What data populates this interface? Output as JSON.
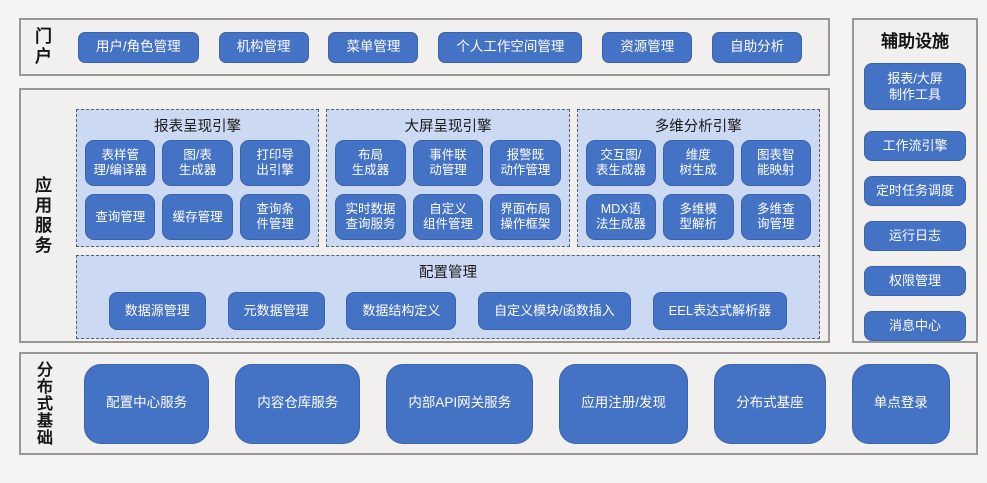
{
  "colors": {
    "accent_blue": "#4472C4",
    "panel_light_blue": "#CCD9F3",
    "section_fill": "#F1F0EE",
    "section_border": "#979797",
    "dashed_border": "#585F6E",
    "button_text": "#FFFFFF"
  },
  "portal": {
    "label": "门户",
    "buttons": [
      "用户/角色管理",
      "机构管理",
      "菜单管理",
      "个人工作空间管理",
      "资源管理",
      "自助分析"
    ]
  },
  "app_services": {
    "label": "应用服务",
    "engines": [
      {
        "title": "报表呈现引擎",
        "buttons": [
          "表样管理/编译器",
          "图/表生成器",
          "打印导出引擎",
          "查询管理",
          "缓存管理",
          "查询条件管理"
        ]
      },
      {
        "title": "大屏呈现引擎",
        "buttons": [
          "布局生成器",
          "事件联动管理",
          "报警既动作管理",
          "实时数据查询服务",
          "自定义组件管理",
          "界面布局操作框架"
        ]
      },
      {
        "title": "多维分析引擎",
        "buttons": [
          "交互图/表生成器",
          "维度树生成",
          "图表智能映射",
          "MDX语法生成器",
          "多维模型解析",
          "多维查询管理"
        ]
      }
    ],
    "config_panel": {
      "title": "配置管理",
      "buttons": [
        "数据源管理",
        "元数据管理",
        "数据结构定义",
        "自定义模块/函数插入",
        "EEL表达式解析器"
      ]
    }
  },
  "auxiliary": {
    "title": "辅助设施",
    "buttons": [
      "报表/大屏制作工具",
      "工作流引擎",
      "定时任务调度",
      "运行日志",
      "权限管理",
      "消息中心"
    ]
  },
  "distributed": {
    "label": "分布式基础",
    "buttons": [
      "配置中心服务",
      "内容仓库服务",
      "内部API网关服务",
      "应用注册/发现",
      "分布式基座",
      "单点登录"
    ]
  }
}
